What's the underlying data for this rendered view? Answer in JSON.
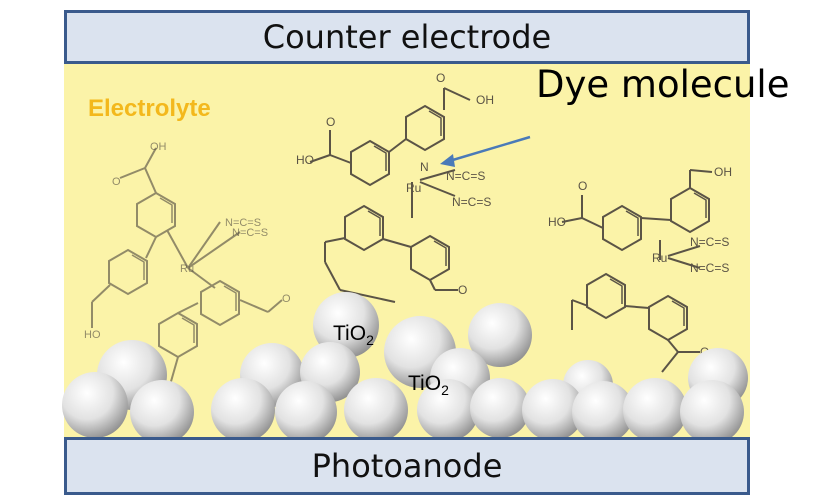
{
  "labels": {
    "counter_electrode": "Counter electrode",
    "photoanode": "Photoanode",
    "electrolyte": "Electrolyte",
    "dye_molecule": "Dye molecule",
    "tio2_1": "TiO",
    "tio2_1_sub": "2",
    "tio2_2": "TiO",
    "tio2_2_sub": "2"
  },
  "molecule_text": {
    "ru": "Ru",
    "n": "N",
    "ncs": "N=C=S",
    "oh": "OH",
    "ho": "HO",
    "o": "O"
  },
  "colors": {
    "electrode_fill": "#dbe3ef",
    "electrode_border": "#3a5a8c",
    "electrolyte_fill": "#fbf3a8",
    "electrolyte_label": "#f3b81c",
    "arrow": "#4a7ab8",
    "molecule_line": "#5b5446",
    "sphere": "#e6e6e6"
  }
}
